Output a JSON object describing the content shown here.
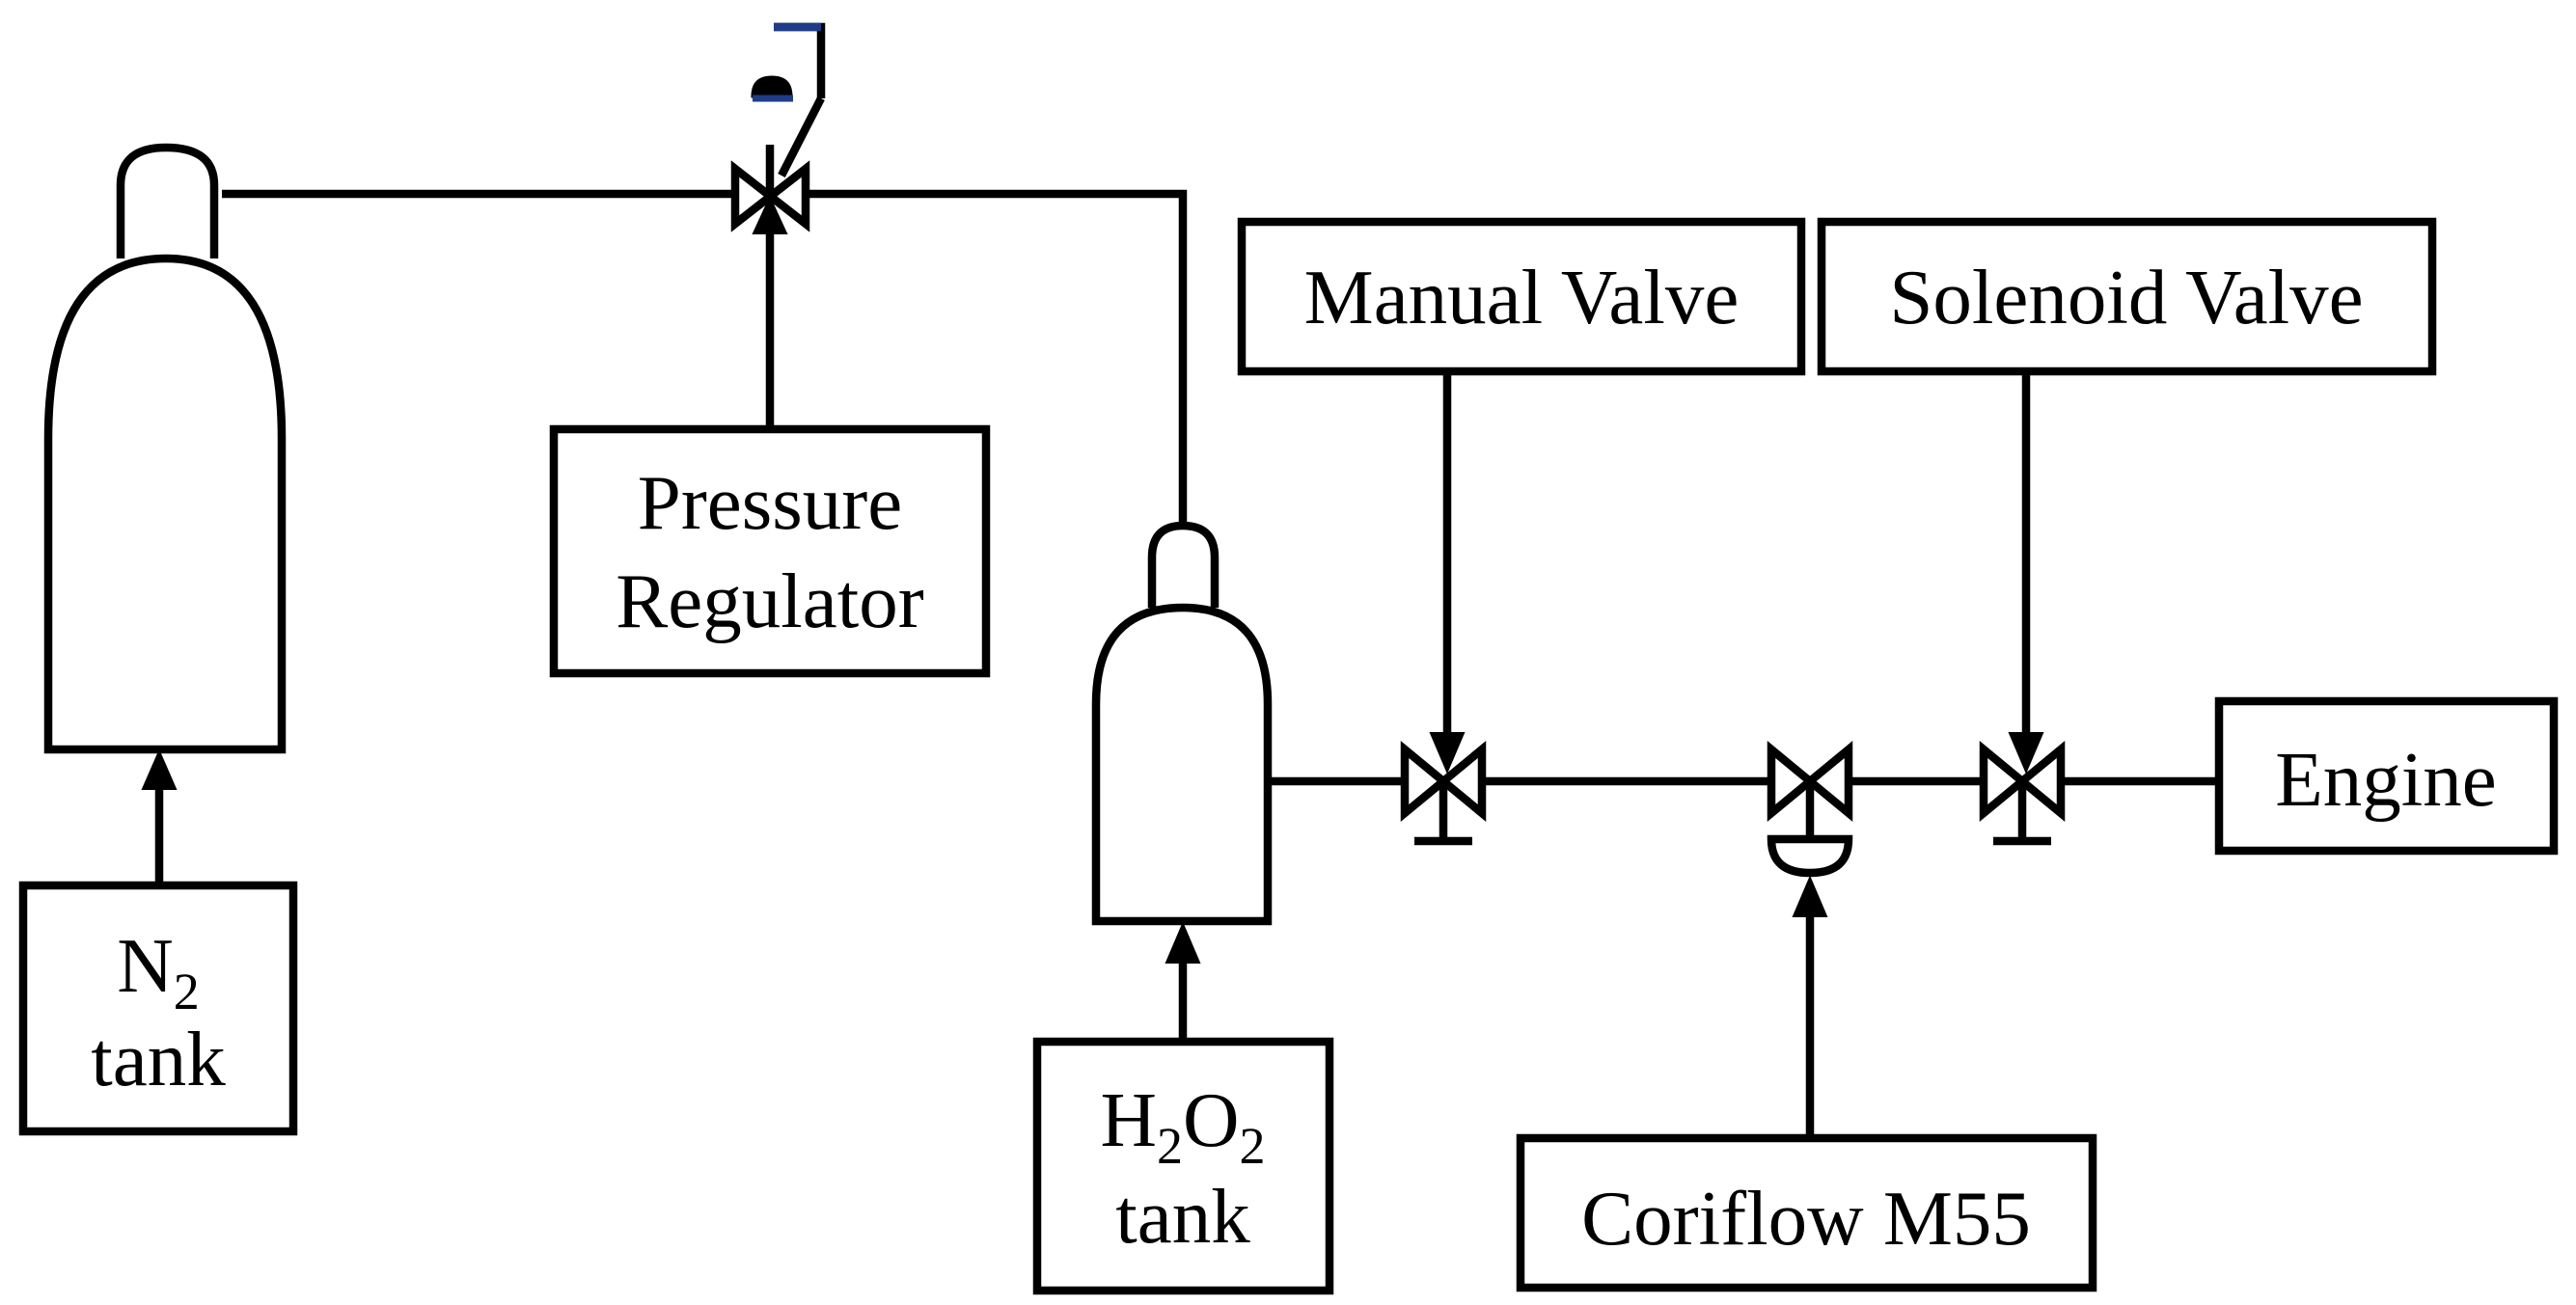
{
  "labels": {
    "manual_valve": "Manual Valve",
    "solenoid_valve": "Solenoid Valve",
    "pressure_regulator_line1": "Pressure",
    "pressure_regulator_line2": "Regulator",
    "engine": "Engine",
    "coriflow": "Coriflow M55",
    "n2_tank": {
      "main": "N",
      "sub": "2",
      "line2": "tank"
    },
    "h2o2_tank": {
      "h": "H",
      "sub1": "2",
      "o": "O",
      "sub2": "2",
      "line2": "tank"
    }
  },
  "colors": {
    "stroke": "#000000",
    "background": "#ffffff",
    "regulator_cap": "#1f3c88"
  }
}
